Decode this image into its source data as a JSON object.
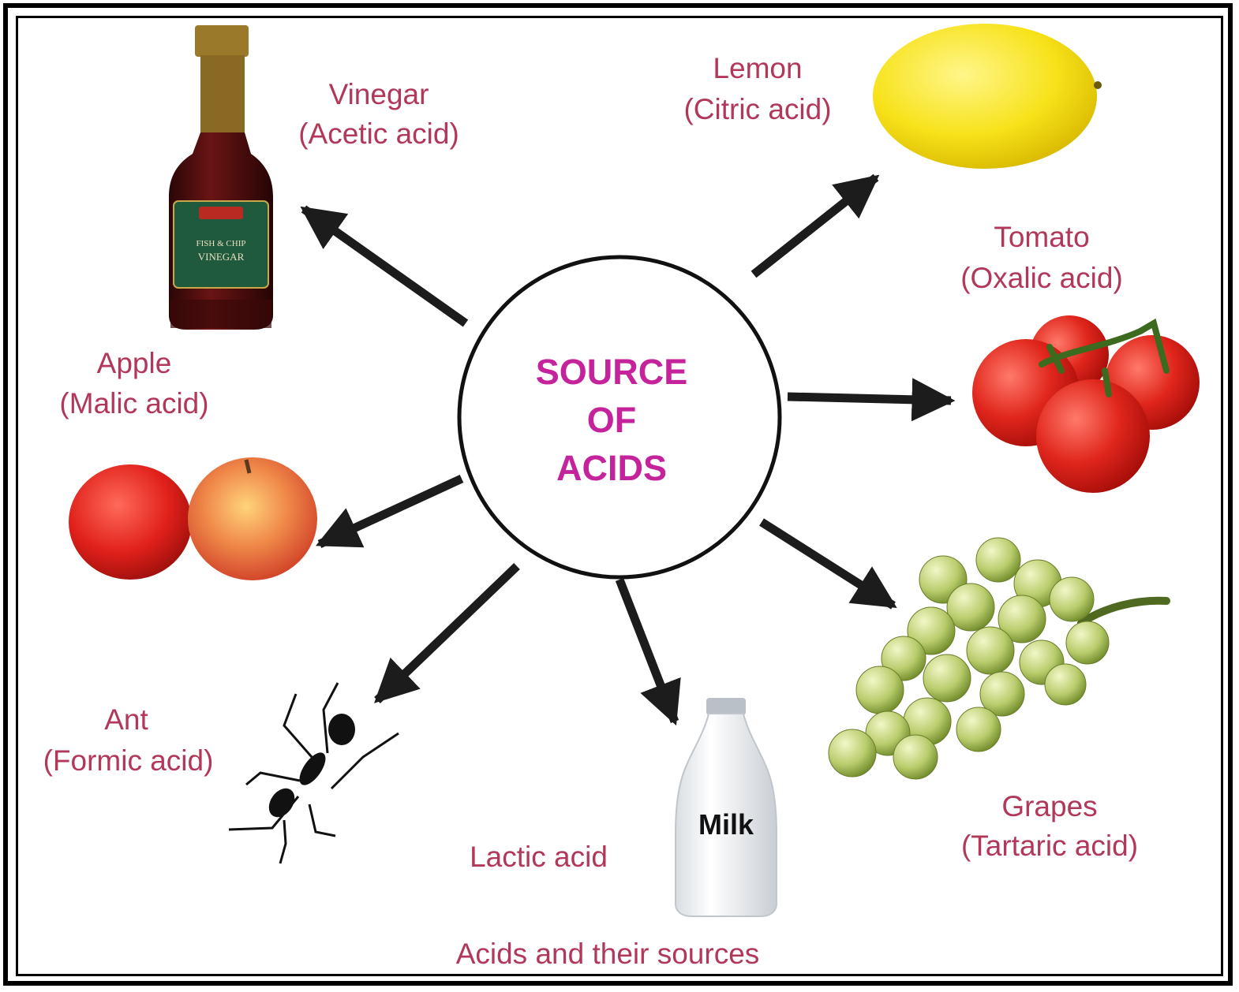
{
  "center": {
    "line1": "SOURCE",
    "line2": "OF",
    "line3": "ACIDS"
  },
  "sources": {
    "vinegar": {
      "name": "Vinegar",
      "acid": "(Acetic acid)"
    },
    "lemon": {
      "name": "Lemon",
      "acid": "(Citric acid)"
    },
    "tomato": {
      "name": "Tomato",
      "acid": "(Oxalic acid)"
    },
    "apple": {
      "name": "Apple",
      "acid": "(Malic acid)"
    },
    "ant": {
      "name": "Ant",
      "acid": "(Formic acid)"
    },
    "milk": {
      "acid": "Lactic acid",
      "bottle_label": "Milk"
    },
    "grapes": {
      "name": "Grapes",
      "acid": "(Tartaric acid)"
    }
  },
  "vinegar_label_text": [
    "FISH & CHIP",
    "VINEGAR"
  ],
  "caption": "Acids and their sources",
  "colors": {
    "label_text": "#b2385a",
    "center_text": "#c5239b",
    "arrow": "#1c1c1c",
    "frame": "#000000"
  }
}
